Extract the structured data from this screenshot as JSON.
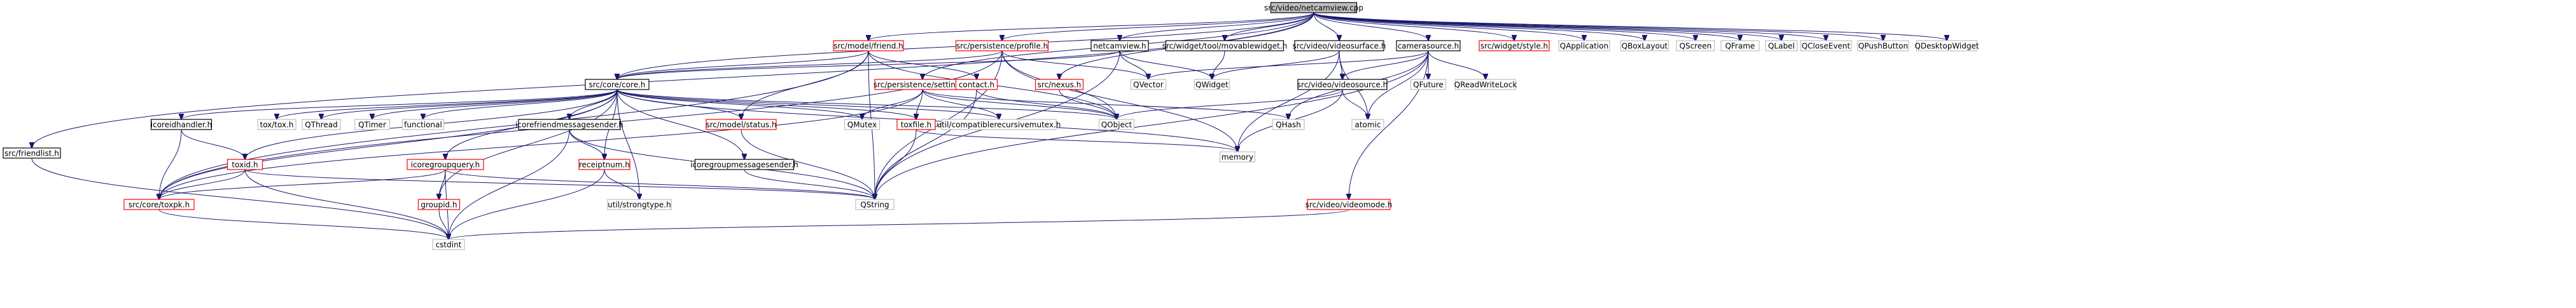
{
  "nodes": [
    {
      "id": "root",
      "label": "src/video/netcamview.cpp",
      "kind": "root"
    },
    {
      "id": "friendlist",
      "label": "src/friendlist.h",
      "kind": "plain"
    },
    {
      "id": "core",
      "label": "src/core/core.h",
      "kind": "plain"
    },
    {
      "id": "friend",
      "label": "src/model/friend.h",
      "kind": "red"
    },
    {
      "id": "profile",
      "label": "src/persistence/profile.h",
      "kind": "red"
    },
    {
      "id": "settings",
      "label": "src/persistence/settings.h",
      "kind": "red"
    },
    {
      "id": "netcamview",
      "label": "netcamview.h",
      "kind": "plain"
    },
    {
      "id": "movable",
      "label": "src/widget/tool/movablewidget.h",
      "kind": "plain"
    },
    {
      "id": "nexus",
      "label": "src/nexus.h",
      "kind": "red"
    },
    {
      "id": "videosurface",
      "label": "src/video/videosurface.h",
      "kind": "plain"
    },
    {
      "id": "camerasource",
      "label": "camerasource.h",
      "kind": "plain"
    },
    {
      "id": "style",
      "label": "src/widget/style.h",
      "kind": "red"
    },
    {
      "id": "qapplication",
      "label": "QApplication",
      "kind": "gray"
    },
    {
      "id": "qboxlayout",
      "label": "QBoxLayout",
      "kind": "gray"
    },
    {
      "id": "qscreen",
      "label": "QScreen",
      "kind": "gray"
    },
    {
      "id": "qframe",
      "label": "QFrame",
      "kind": "gray"
    },
    {
      "id": "qlabel",
      "label": "QLabel",
      "kind": "gray"
    },
    {
      "id": "qcloseevent",
      "label": "QCloseEvent",
      "kind": "gray"
    },
    {
      "id": "qpushbutton",
      "label": "QPushButton",
      "kind": "gray"
    },
    {
      "id": "qdesktopwidget",
      "label": "QDesktopWidget",
      "kind": "gray"
    },
    {
      "id": "contact",
      "label": "contact.h",
      "kind": "red"
    },
    {
      "id": "qvector",
      "label": "QVector",
      "kind": "gray"
    },
    {
      "id": "qwidget",
      "label": "QWidget",
      "kind": "gray"
    },
    {
      "id": "videosource",
      "label": "src/video/videosource.h",
      "kind": "plain"
    },
    {
      "id": "qfuture",
      "label": "QFuture",
      "kind": "gray"
    },
    {
      "id": "qreadwritelock",
      "label": "QReadWriteLock",
      "kind": "gray"
    },
    {
      "id": "toxtox",
      "label": "tox/tox.h",
      "kind": "gray"
    },
    {
      "id": "qthread",
      "label": "QThread",
      "kind": "gray"
    },
    {
      "id": "qtimer",
      "label": "QTimer",
      "kind": "gray"
    },
    {
      "id": "functional",
      "label": "functional",
      "kind": "gray"
    },
    {
      "id": "icoreidhandler",
      "label": "icoreidhandler.h",
      "kind": "plain"
    },
    {
      "id": "icorefriendmsg",
      "label": "icorefriendmessagesender.h",
      "kind": "plain"
    },
    {
      "id": "status",
      "label": "src/model/status.h",
      "kind": "red"
    },
    {
      "id": "qmutex",
      "label": "QMutex",
      "kind": "gray"
    },
    {
      "id": "toxfile",
      "label": "toxfile.h",
      "kind": "red"
    },
    {
      "id": "compatrecmutex",
      "label": "util/compatiblerecursivemutex.h",
      "kind": "gray"
    },
    {
      "id": "qobject",
      "label": "QObject",
      "kind": "gray"
    },
    {
      "id": "qhash",
      "label": "QHash",
      "kind": "gray"
    },
    {
      "id": "atomic",
      "label": "atomic",
      "kind": "gray"
    },
    {
      "id": "memory",
      "label": "memory",
      "kind": "gray"
    },
    {
      "id": "toxid",
      "label": "toxid.h",
      "kind": "red"
    },
    {
      "id": "icoregroupquery",
      "label": "icoregroupquery.h",
      "kind": "red"
    },
    {
      "id": "receiptnum",
      "label": "receiptnum.h",
      "kind": "red"
    },
    {
      "id": "icoregroupmsg",
      "label": "icoregroupmessagesender.h",
      "kind": "plain"
    },
    {
      "id": "toxpk",
      "label": "src/core/toxpk.h",
      "kind": "red"
    },
    {
      "id": "groupid",
      "label": "groupid.h",
      "kind": "red"
    },
    {
      "id": "strongtype",
      "label": "util/strongtype.h",
      "kind": "gray"
    },
    {
      "id": "qstring",
      "label": "QString",
      "kind": "gray"
    },
    {
      "id": "videomode",
      "label": "src/video/videomode.h",
      "kind": "red"
    },
    {
      "id": "cstdint",
      "label": "cstdint",
      "kind": "gray"
    }
  ],
  "edges": [
    [
      "root",
      "friendlist"
    ],
    [
      "root",
      "core"
    ],
    [
      "root",
      "friend"
    ],
    [
      "root",
      "profile"
    ],
    [
      "root",
      "settings"
    ],
    [
      "root",
      "netcamview"
    ],
    [
      "root",
      "movable"
    ],
    [
      "root",
      "nexus"
    ],
    [
      "root",
      "videosurface"
    ],
    [
      "root",
      "camerasource"
    ],
    [
      "root",
      "style"
    ],
    [
      "root",
      "qapplication"
    ],
    [
      "root",
      "qboxlayout"
    ],
    [
      "root",
      "qscreen"
    ],
    [
      "root",
      "qframe"
    ],
    [
      "root",
      "qlabel"
    ],
    [
      "root",
      "qcloseevent"
    ],
    [
      "root",
      "qpushbutton"
    ],
    [
      "root",
      "qdesktopwidget"
    ],
    [
      "friendlist",
      "cstdint"
    ],
    [
      "friend",
      "core"
    ],
    [
      "friend",
      "contact"
    ],
    [
      "friend",
      "status"
    ],
    [
      "friend",
      "toxpk"
    ],
    [
      "friend",
      "qobject"
    ],
    [
      "friend",
      "qstring"
    ],
    [
      "profile",
      "core"
    ],
    [
      "profile",
      "toxpk"
    ],
    [
      "profile",
      "qobject"
    ],
    [
      "profile",
      "qvector"
    ],
    [
      "profile",
      "memory"
    ],
    [
      "profile",
      "qstring"
    ],
    [
      "settings",
      "toxpk"
    ],
    [
      "settings",
      "qmutex"
    ],
    [
      "settings",
      "toxfile"
    ],
    [
      "settings",
      "compatrecmutex"
    ],
    [
      "settings",
      "qobject"
    ],
    [
      "settings",
      "qhash"
    ],
    [
      "netcamview",
      "core"
    ],
    [
      "netcamview",
      "qvector"
    ],
    [
      "netcamview",
      "qwidget"
    ],
    [
      "netcamview",
      "qstring"
    ],
    [
      "movable",
      "qwidget"
    ],
    [
      "nexus",
      "qobject"
    ],
    [
      "videosurface",
      "videosource"
    ],
    [
      "videosurface",
      "qwidget"
    ],
    [
      "videosurface",
      "atomic"
    ],
    [
      "videosurface",
      "memory"
    ],
    [
      "camerasource",
      "videosource"
    ],
    [
      "camerasource",
      "qhash"
    ],
    [
      "camerasource",
      "qfuture"
    ],
    [
      "camerasource",
      "qreadwritelock"
    ],
    [
      "camerasource",
      "atomic"
    ],
    [
      "camerasource",
      "qstring"
    ],
    [
      "camerasource",
      "videomode"
    ],
    [
      "camerasource",
      "qvector"
    ],
    [
      "contact",
      "qobject"
    ],
    [
      "contact",
      "qstring"
    ],
    [
      "videosource",
      "qobject"
    ],
    [
      "videosource",
      "atomic"
    ],
    [
      "videosource",
      "memory"
    ],
    [
      "core",
      "toxtox"
    ],
    [
      "core",
      "qthread"
    ],
    [
      "core",
      "qtimer"
    ],
    [
      "core",
      "functional"
    ],
    [
      "core",
      "icoreidhandler"
    ],
    [
      "core",
      "icorefriendmsg"
    ],
    [
      "core",
      "status"
    ],
    [
      "core",
      "qmutex"
    ],
    [
      "core",
      "toxfile"
    ],
    [
      "core",
      "compatrecmutex"
    ],
    [
      "core",
      "qobject"
    ],
    [
      "core",
      "memory"
    ],
    [
      "core",
      "toxid"
    ],
    [
      "core",
      "icoregroupquery"
    ],
    [
      "core",
      "receiptnum"
    ],
    [
      "core",
      "icoregroupmsg"
    ],
    [
      "core",
      "toxpk"
    ],
    [
      "core",
      "groupid"
    ],
    [
      "core",
      "strongtype"
    ],
    [
      "icoreidhandler",
      "toxid"
    ],
    [
      "icoreidhandler",
      "toxpk"
    ],
    [
      "icorefriendmsg",
      "receiptnum"
    ],
    [
      "icorefriendmsg",
      "qstring"
    ],
    [
      "icorefriendmsg",
      "cstdint"
    ],
    [
      "status",
      "qstring"
    ],
    [
      "toxfile",
      "memory"
    ],
    [
      "toxfile",
      "qstring"
    ],
    [
      "toxid",
      "toxpk"
    ],
    [
      "toxid",
      "qstring"
    ],
    [
      "toxid",
      "cstdint"
    ],
    [
      "icoregroupquery",
      "groupid"
    ],
    [
      "icoregroupquery",
      "toxpk"
    ],
    [
      "icoregroupquery",
      "qstring"
    ],
    [
      "icoregroupquery",
      "cstdint"
    ],
    [
      "receiptnum",
      "strongtype"
    ],
    [
      "receiptnum",
      "cstdint"
    ],
    [
      "icoregroupmsg",
      "qstring"
    ],
    [
      "toxpk",
      "cstdint"
    ],
    [
      "groupid",
      "cstdint"
    ],
    [
      "videomode",
      "cstdint"
    ]
  ]
}
